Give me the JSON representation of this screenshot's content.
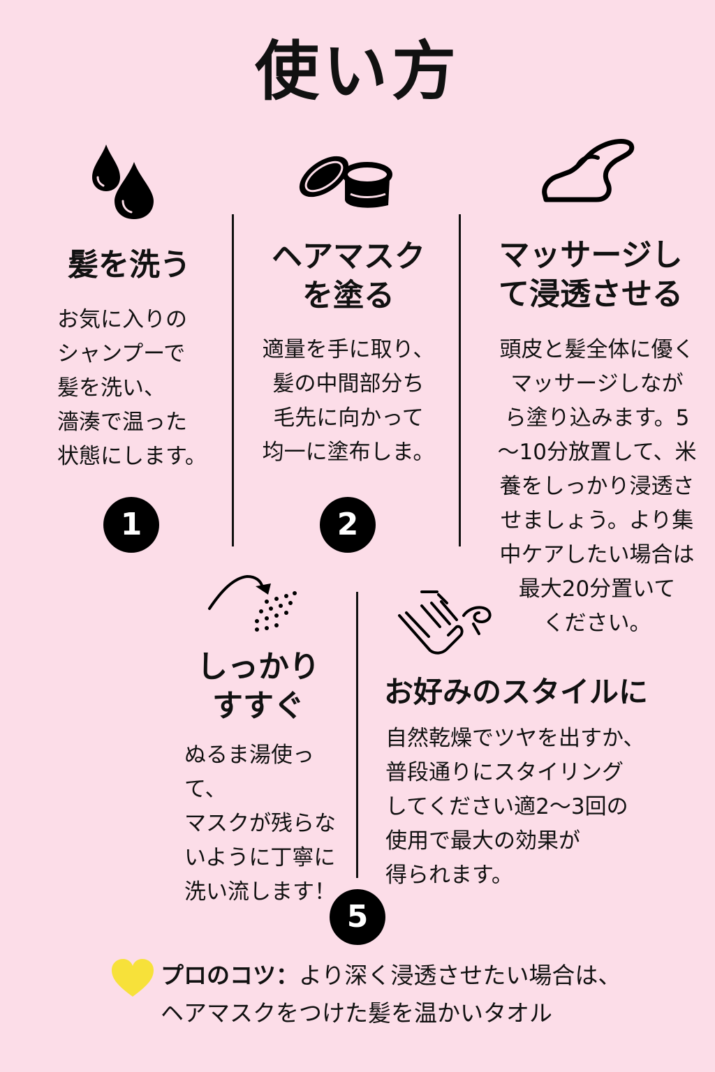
{
  "title": "使い方",
  "steps": [
    {
      "heading_lines": [
        "髪を洗う"
      ],
      "body_lines": [
        "お気に入りの",
        "シャンプーで",
        "髪を洗い、",
        "濇湊で温った",
        "状態にします。"
      ],
      "number": "1",
      "icon": "water-drops-icon"
    },
    {
      "heading_lines": [
        "ヘアマスク",
        "を塗る"
      ],
      "body_lines": [
        "適量を手に取り、",
        "髪の中間部分ち",
        "毛先に向かって",
        "均一に塗布しま。"
      ],
      "number": "2",
      "icon": "hair-mask-jar-icon"
    },
    {
      "heading_lines": [
        "マッサージし",
        "て浸透させる"
      ],
      "body_lines": [
        "頭皮と髪全体に優く",
        "マッサージしなが",
        "ら塗り込みます。5",
        "〜10分放置して、米",
        "養をしっかり浸透さ",
        "せましょう。より集",
        "中ケアしたい場合は",
        "最大20分置いて",
        "ください。"
      ],
      "icon": "massage-hand-icon"
    },
    {
      "heading_lines": [
        "しっかり",
        "すすぐ"
      ],
      "body_lines": [
        "ぬるま湯使って、",
        "マスクが残らな",
        "いように丁寧に",
        "洗い流します！"
      ],
      "icon": "shower-icon"
    },
    {
      "heading_lines": [
        "お好みのスタイルに"
      ],
      "body_lines": [
        "自然乾燥でツヤを出すか、",
        "普段通りにスタイリング",
        "してください適2〜3回の",
        "使用で最大の効果が",
        "得られます。"
      ],
      "number": "5",
      "icon": "hand-styling-icon"
    }
  ],
  "tip": {
    "label": "プロのコツ：",
    "line1": "より深く浸透させたい場合は、",
    "line2": "ヘアマスクをつけた髪を温かいタオル",
    "icon": "yellow-heart-icon",
    "heart_color": "#f7e13a"
  }
}
